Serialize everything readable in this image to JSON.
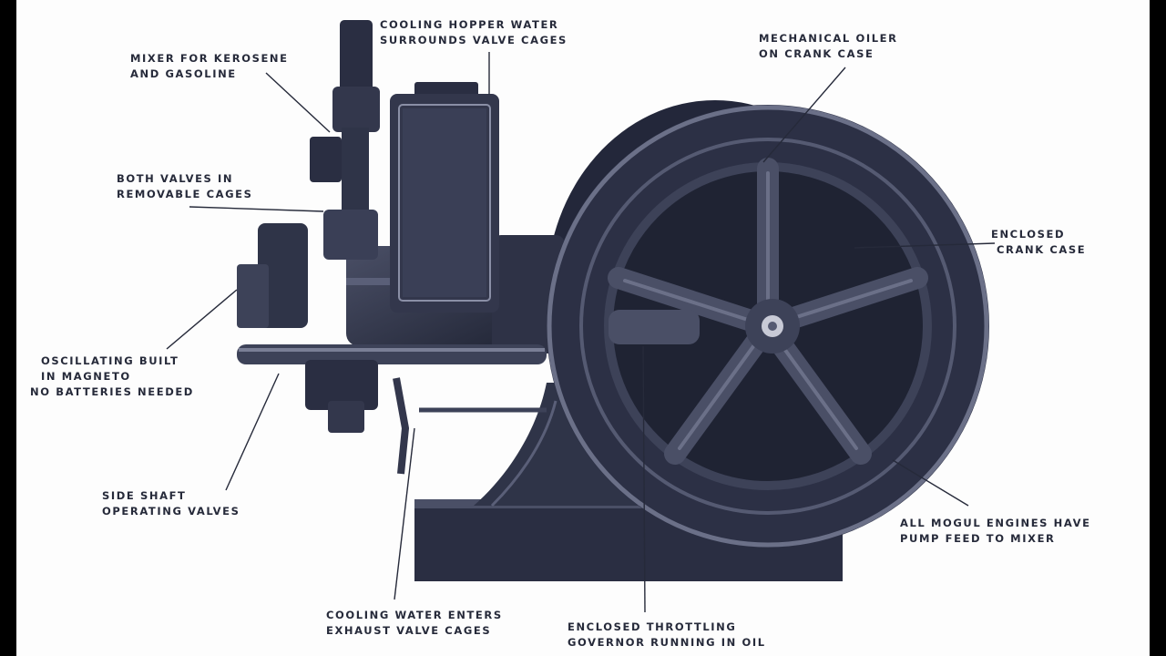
{
  "labels": {
    "cooling_hopper": {
      "line1": "COOLING HOPPER  WATER",
      "line2": "SURROUNDS VALVE CAGES"
    },
    "mixer": {
      "line1": "MIXER FOR KEROSENE",
      "line2": "AND GASOLINE"
    },
    "mechanical_oiler": {
      "line1": "MECHANICAL OILER",
      "line2": "ON CRANK CASE"
    },
    "both_valves": {
      "line1": "BOTH VALVES IN",
      "line2": "REMOVABLE CAGES"
    },
    "crank_case": {
      "line1": "ENCLOSED",
      "line2": "CRANK CASE"
    },
    "magneto": {
      "line1": "OSCILLATING BUILT",
      "line2": "IN MAGNETO",
      "line3": "NO BATTERIES NEEDED"
    },
    "side_shaft": {
      "line1": "SIDE SHAFT",
      "line2": "OPERATING VALVES"
    },
    "pump_feed": {
      "line1": "ALL MOGUL ENGINES HAVE",
      "line2": "PUMP FEED TO MIXER"
    },
    "cooling_water": {
      "line1": "COOLING WATER ENTERS",
      "line2": "EXHAUST VALVE CAGES"
    },
    "governor": {
      "line1": "ENCLOSED THROTTLING",
      "line2": "GOVERNOR RUNNING IN OIL"
    }
  },
  "colors": {
    "ink": "#262a3a",
    "metal_dark": "#24283a",
    "metal_mid": "#3d4258",
    "metal_light": "#6b7088",
    "paper": "#fdfdfd"
  }
}
